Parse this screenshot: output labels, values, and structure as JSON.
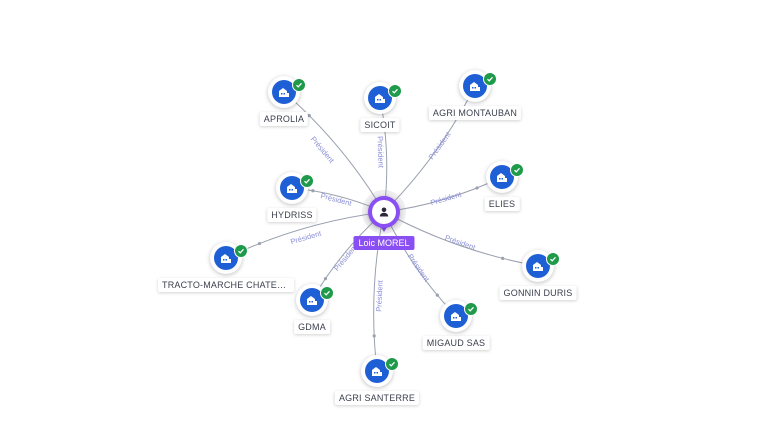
{
  "person": {
    "name": "Loic MOREL",
    "icon": "person-icon",
    "color": "#8a4ff2"
  },
  "relation_label": "Président",
  "colors": {
    "company": "#1f5fd6",
    "verified": "#1e9a4a",
    "edge": "#9aa0b0",
    "edge_label": "#8a8fd6"
  },
  "companies": [
    {
      "id": "aprolia",
      "name": "APROLIA"
    },
    {
      "id": "sicoit",
      "name": "SICOIT"
    },
    {
      "id": "agri-montauban",
      "name": "AGRI MONTAUBAN"
    },
    {
      "id": "hydriss",
      "name": "HYDRISS"
    },
    {
      "id": "elies",
      "name": "ELIES"
    },
    {
      "id": "tracto",
      "name": "TRACTO-MARCHE CHATEL..."
    },
    {
      "id": "gonnin",
      "name": "GONNIN DURIS"
    },
    {
      "id": "gdma",
      "name": "GDMA"
    },
    {
      "id": "migaud",
      "name": "MIGAUD SAS"
    },
    {
      "id": "agri-santerre",
      "name": "AGRI SANTERRE"
    }
  ]
}
